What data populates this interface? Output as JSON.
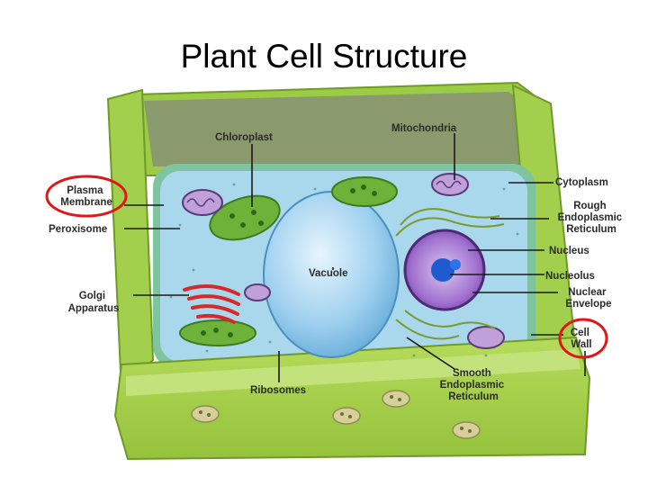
{
  "title": "Plant Cell Structure",
  "labels": {
    "chloroplast": "Chloroplast",
    "mitochondria": "Mitochondria",
    "plasma_membrane": [
      "Plasma",
      "Membrane"
    ],
    "peroxisome": "Peroxisome",
    "golgi": [
      "Golgi",
      "Apparatus"
    ],
    "vacuole": "Vacuole",
    "ribosomes": "Ribosomes",
    "cytoplasm": "Cytoplasm",
    "rough_er": [
      "Rough",
      "Endoplasmic",
      "Reticulum"
    ],
    "nucleus": "Nucleus",
    "nucleolus": "Nucleolus",
    "nuclear_envelope": [
      "Nuclear",
      "Envelope"
    ],
    "cell_wall": [
      "Cell",
      "Wall"
    ],
    "smooth_er": [
      "Smooth",
      "Endoplasmic",
      "Reticulum"
    ]
  },
  "colors": {
    "cell_wall": "#a6d24a",
    "cell_wall_dark": "#6f9a2a",
    "cytoplasm": "#a9d8ec",
    "vacuole": "#8fc8ea",
    "nucleus": "#9a5fc0",
    "golgi": "#d62a2a",
    "chloroplast": "#6fb23a",
    "highlight_ring": "#e01818"
  }
}
